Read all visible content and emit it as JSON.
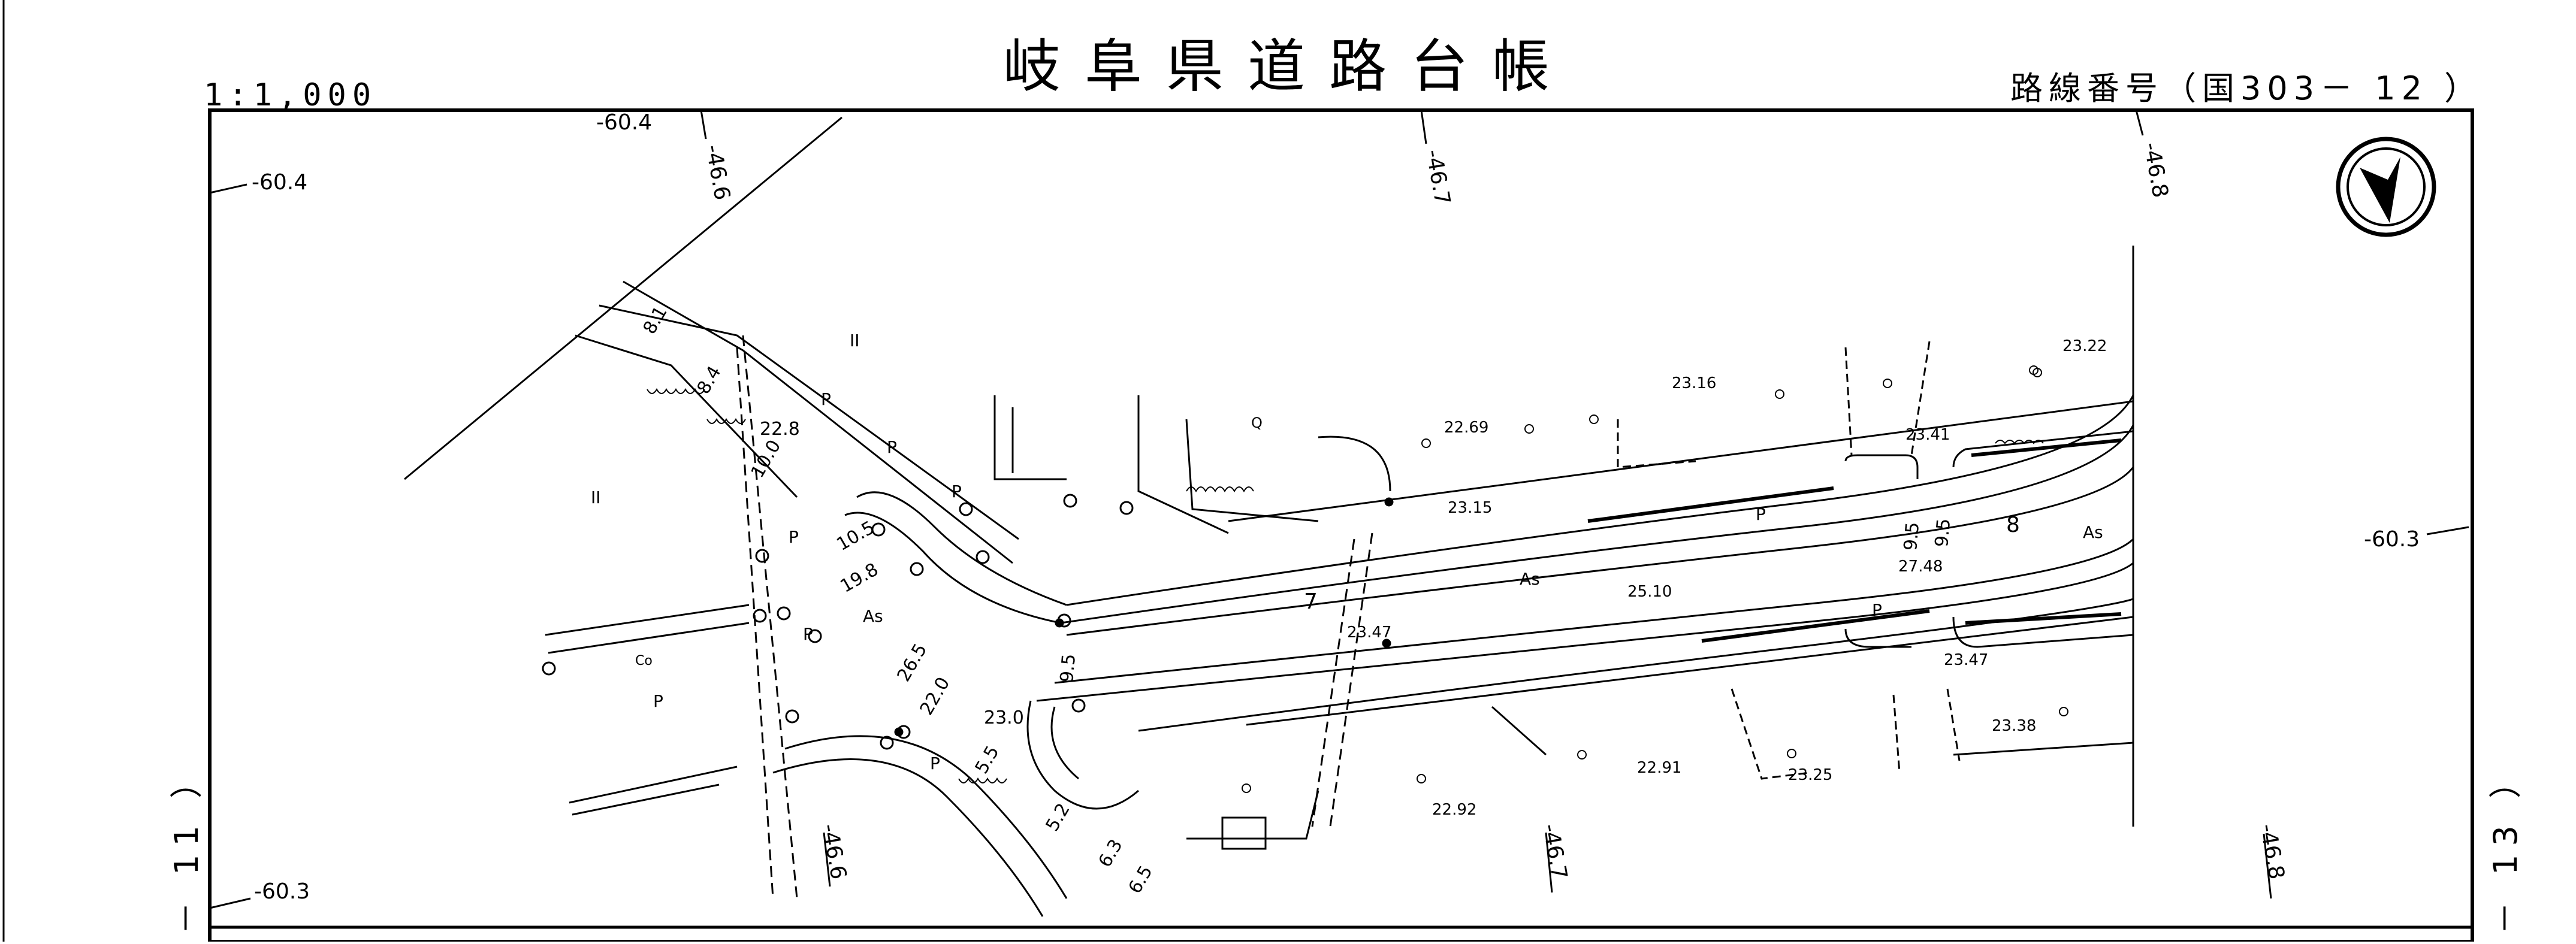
{
  "header": {
    "scale": "1:1,000",
    "title": "岐阜県道路台帳",
    "route_number": "路線番号（国303－ 12 ）"
  },
  "side_labels": {
    "left": "－ 11 ）",
    "right": "－ 13 ）"
  },
  "map": {
    "grid_labels": {
      "top_left_a": "-60.4",
      "top_left_b": "-60.4",
      "left_bottom": "-60.3",
      "right_mid": "-60.3",
      "top_466": "-46.6",
      "top_467": "-46.7",
      "top_468": "-46.8",
      "bottom_466": "-46.6",
      "bottom_467": "-46.7",
      "bottom_468": "-46.8"
    },
    "elevations": {
      "e1": "22.69",
      "e2": "23.15",
      "e3": "23.16",
      "e4": "23.22",
      "e5": "23.41",
      "e6": "25.10",
      "e7": "23.47",
      "e8": "27.48",
      "e9": "23.47",
      "e10": "23.38",
      "e11": "22.91",
      "e12": "23.25",
      "e13": "22.92"
    },
    "dimensions": {
      "d1": "8.1",
      "d2": "8.4",
      "d3": "22.8",
      "d4": "10.0",
      "d5": "10.5",
      "d6": "19.8",
      "d7": "26.5",
      "d8": "22.0",
      "d9": "23.0",
      "d10": "9.5",
      "d11": "5.5",
      "d12": "5.2",
      "d13": "6.3",
      "d14": "6.5",
      "d15": "9.5",
      "d16": "9.5"
    },
    "surface_labels": {
      "as1": "As",
      "as2": "As",
      "as3": "As",
      "p1": "P",
      "p2": "P",
      "p3": "P",
      "p4": "P",
      "p5": "P",
      "p6": "P",
      "p7": "P",
      "p8": "P",
      "p9": "P",
      "co": "Co",
      "t7": "7",
      "t8": "8",
      "ii1": "II",
      "ii2": "II",
      "q": "Q"
    }
  }
}
